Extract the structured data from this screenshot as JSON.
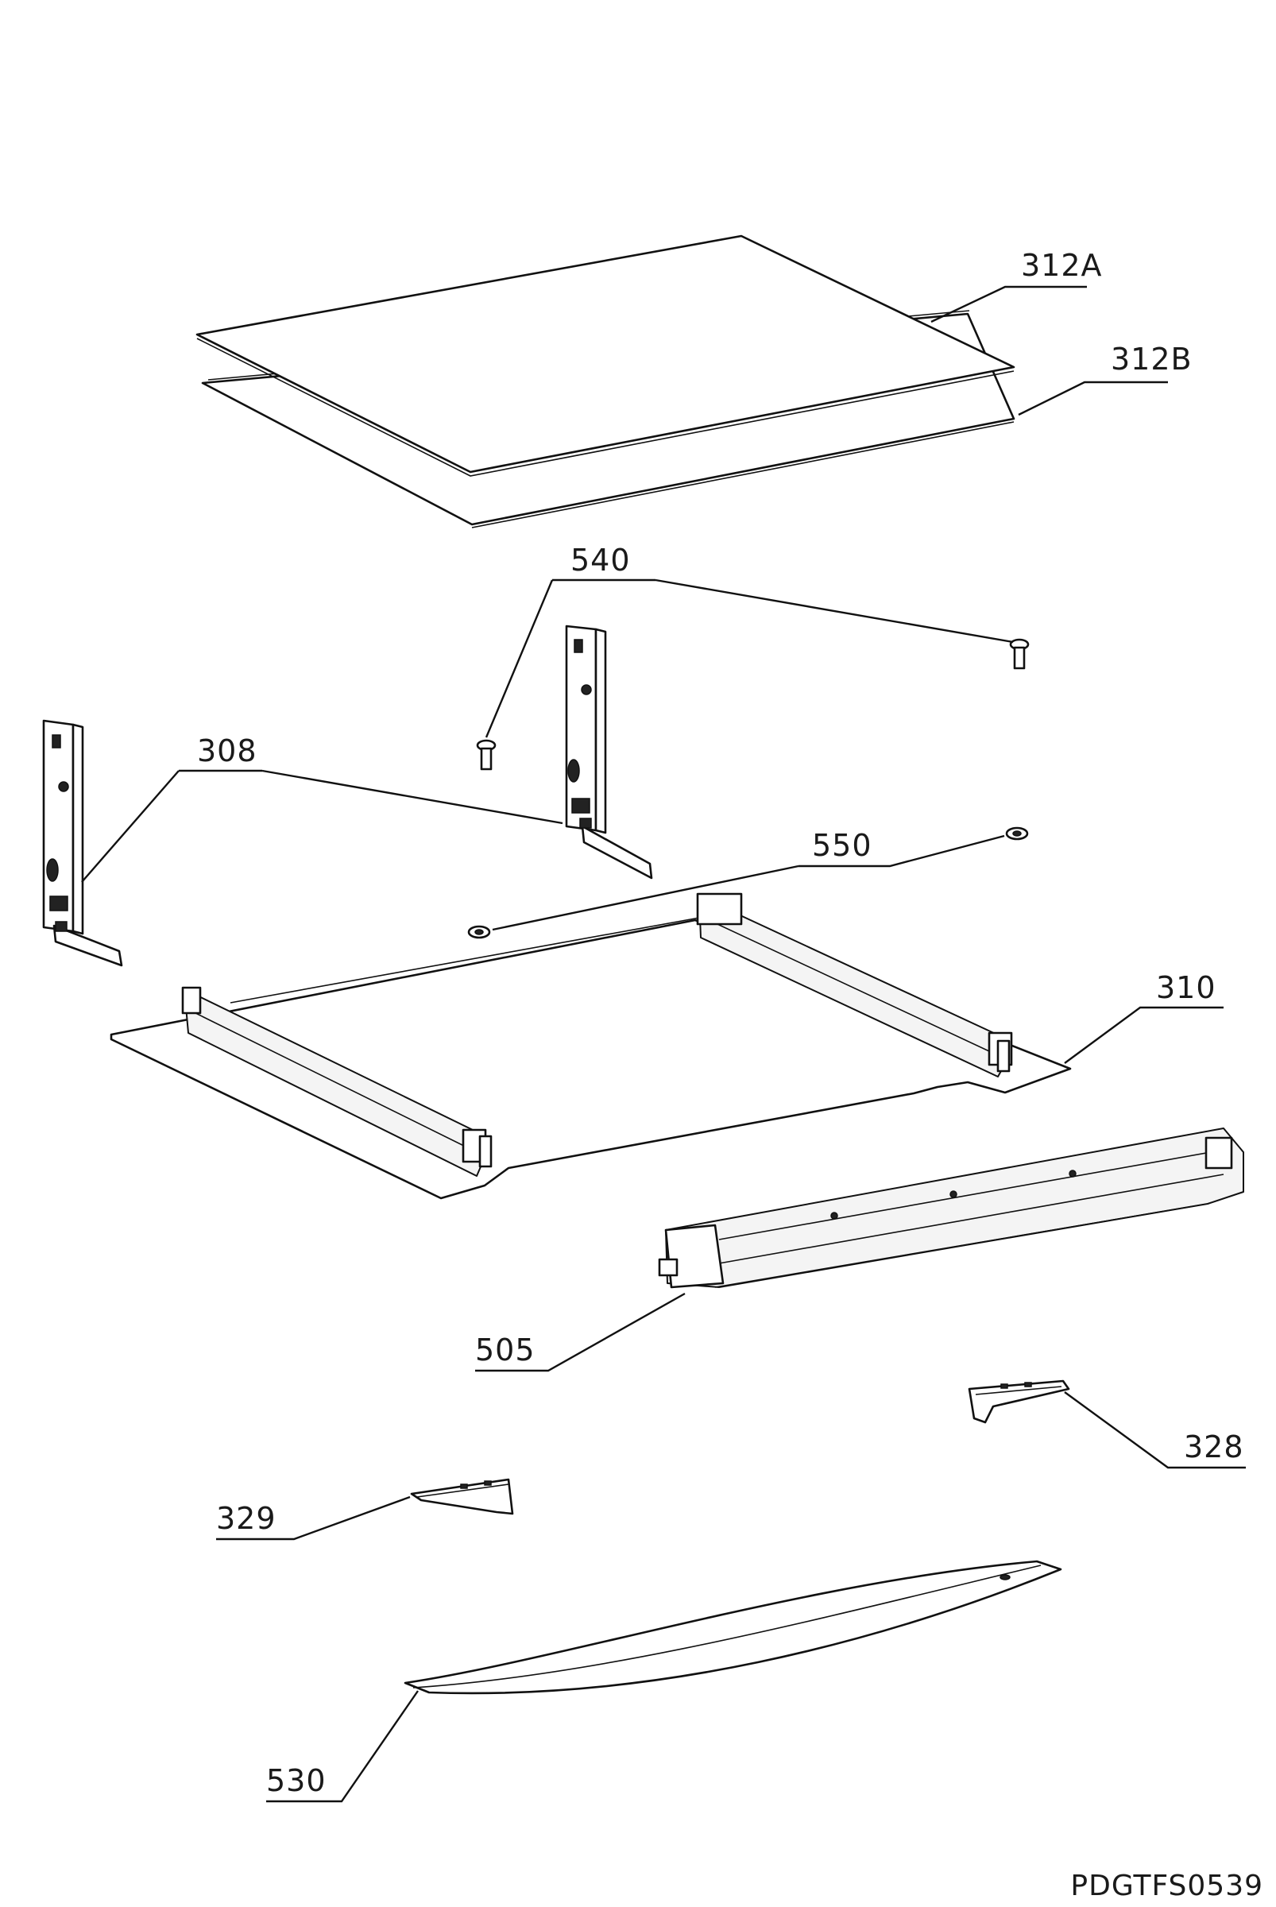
{
  "callouts": [
    {
      "id": "glass-a",
      "label": "312A"
    },
    {
      "id": "glass-b",
      "label": "312B"
    },
    {
      "id": "screw",
      "label": "540"
    },
    {
      "id": "hinge",
      "label": "308"
    },
    {
      "id": "washer",
      "label": "550"
    },
    {
      "id": "door-frame",
      "label": "310"
    },
    {
      "id": "top-profile",
      "label": "505"
    },
    {
      "id": "end-cap-right",
      "label": "328"
    },
    {
      "id": "end-cap-left",
      "label": "329"
    },
    {
      "id": "handle",
      "label": "530"
    }
  ],
  "drawing_code": "PDGTFS0539",
  "colors": {
    "line": "#111111",
    "background": "#ffffff"
  }
}
